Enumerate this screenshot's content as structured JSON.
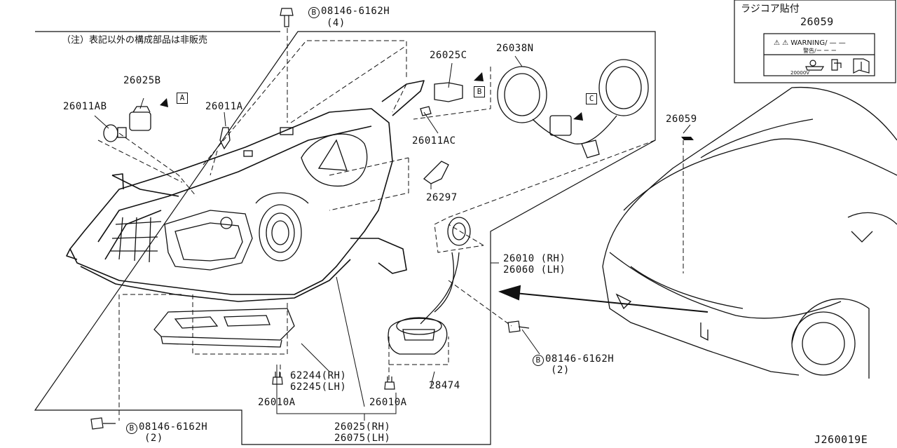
{
  "diagram": {
    "note": "（注）表記以外の構成部品は非販売",
    "inset": {
      "title": "ラジコア貼付",
      "part": "26059",
      "label_warning": "⚠ ⚠ WARNING/ — —",
      "label_sub": "警告/ー ー ー",
      "label_voltage": "20000V"
    },
    "callouts": {
      "a": "A",
      "b": "B",
      "c": "C"
    },
    "bolt_prefix": "B",
    "parts": {
      "p26011ab": "26011AB",
      "p26025b": "26025B",
      "p26011a": "26011A",
      "p26025c": "26025C",
      "p26038n": "26038N",
      "p26011ac": "26011AC",
      "p26297": "26297",
      "p26059": "26059",
      "bolt_top_no": "08146-6162H",
      "bolt_top_qty": "(4)",
      "p26010_rh": "26010 (RH)",
      "p26060_lh": "26060 (LH)",
      "bolt_right_no": "08146-6162H",
      "bolt_right_qty": "(2)",
      "p62244_rh": "62244(RH)",
      "p62245_lh": "62245(LH)",
      "p28474": "28474",
      "p26010a_1": "26010A",
      "p26010a_2": "26010A",
      "p26025_rh": "26025(RH)",
      "p26075_lh": "26075(LH)",
      "bolt_bottom_no": "08146-6162H",
      "bolt_bottom_qty": "(2)"
    },
    "diagram_code": "J260019E"
  }
}
